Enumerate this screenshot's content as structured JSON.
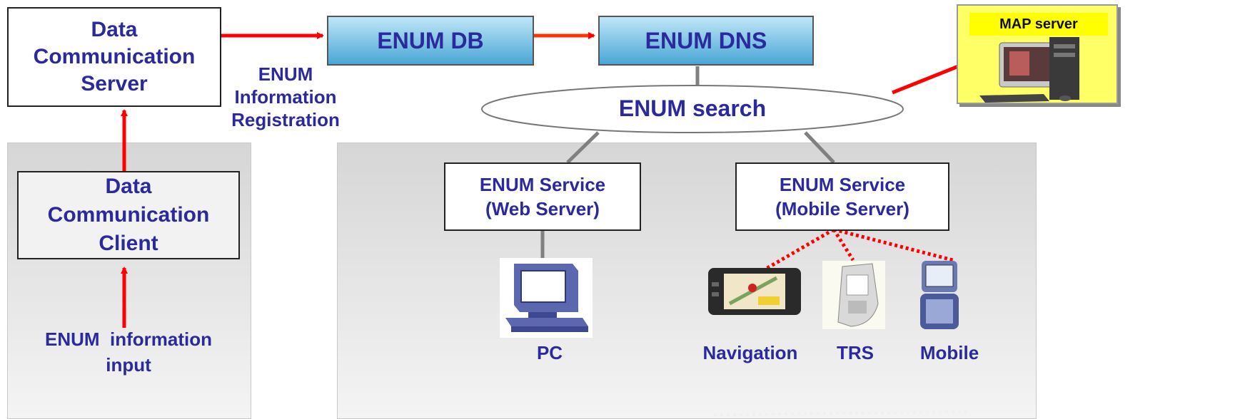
{
  "nodes": {
    "data_comm_server": "Data\nCommunication\nServer",
    "data_comm_client": "Data\nCommunication\nClient",
    "enum_input": "ENUM  information\ninput",
    "enum_registration": "ENUM\nInformation\nRegistration",
    "enum_db": "ENUM DB",
    "enum_dns": "ENUM DNS",
    "enum_search": "ENUM search",
    "map_server": "MAP server",
    "service_web": "ENUM Service\n(Web Server)",
    "service_mobile": "ENUM Service\n(Mobile Server)",
    "pc": "PC",
    "navigation": "Navigation",
    "trs": "TRS",
    "mobile": "Mobile"
  },
  "colors": {
    "text": "#2a2a9c",
    "arrow": "#ff0000",
    "connector": "#808080",
    "map_bg": "#ffff66",
    "enum_box_top": "#bfe6f7",
    "enum_box_bottom": "#4aa6d6"
  },
  "icons": [
    "pc-icon",
    "navigation-device-icon",
    "trs-phone-icon",
    "mobile-phone-icon",
    "desktop-computer-icon"
  ]
}
